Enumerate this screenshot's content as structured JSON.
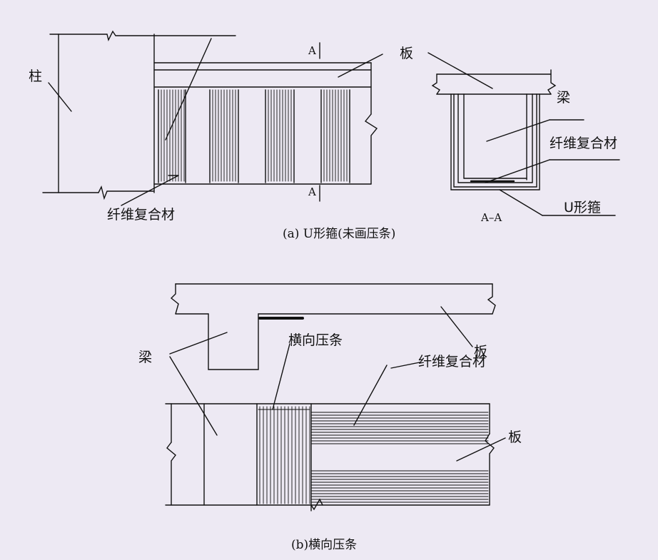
{
  "figure_a": {
    "labels": {
      "column": "柱",
      "slab": "板",
      "beam": "梁",
      "frp_main": "纤维复合材",
      "frp_section": "纤维复合材",
      "u_hoop": "U形箍",
      "section_mark_top": "A",
      "section_mark_bottom": "A",
      "section_title": "A–A"
    },
    "caption": "(a) U形箍(未画压条)"
  },
  "figure_b": {
    "labels": {
      "beam": "梁",
      "transverse_strip": "横向压条",
      "frp": "纤维复合材",
      "slab_top": "板",
      "slab_plan": "板"
    },
    "caption": "(b)横向压条"
  },
  "colors": {
    "background": "#ede9f3",
    "ink": "#111111"
  }
}
